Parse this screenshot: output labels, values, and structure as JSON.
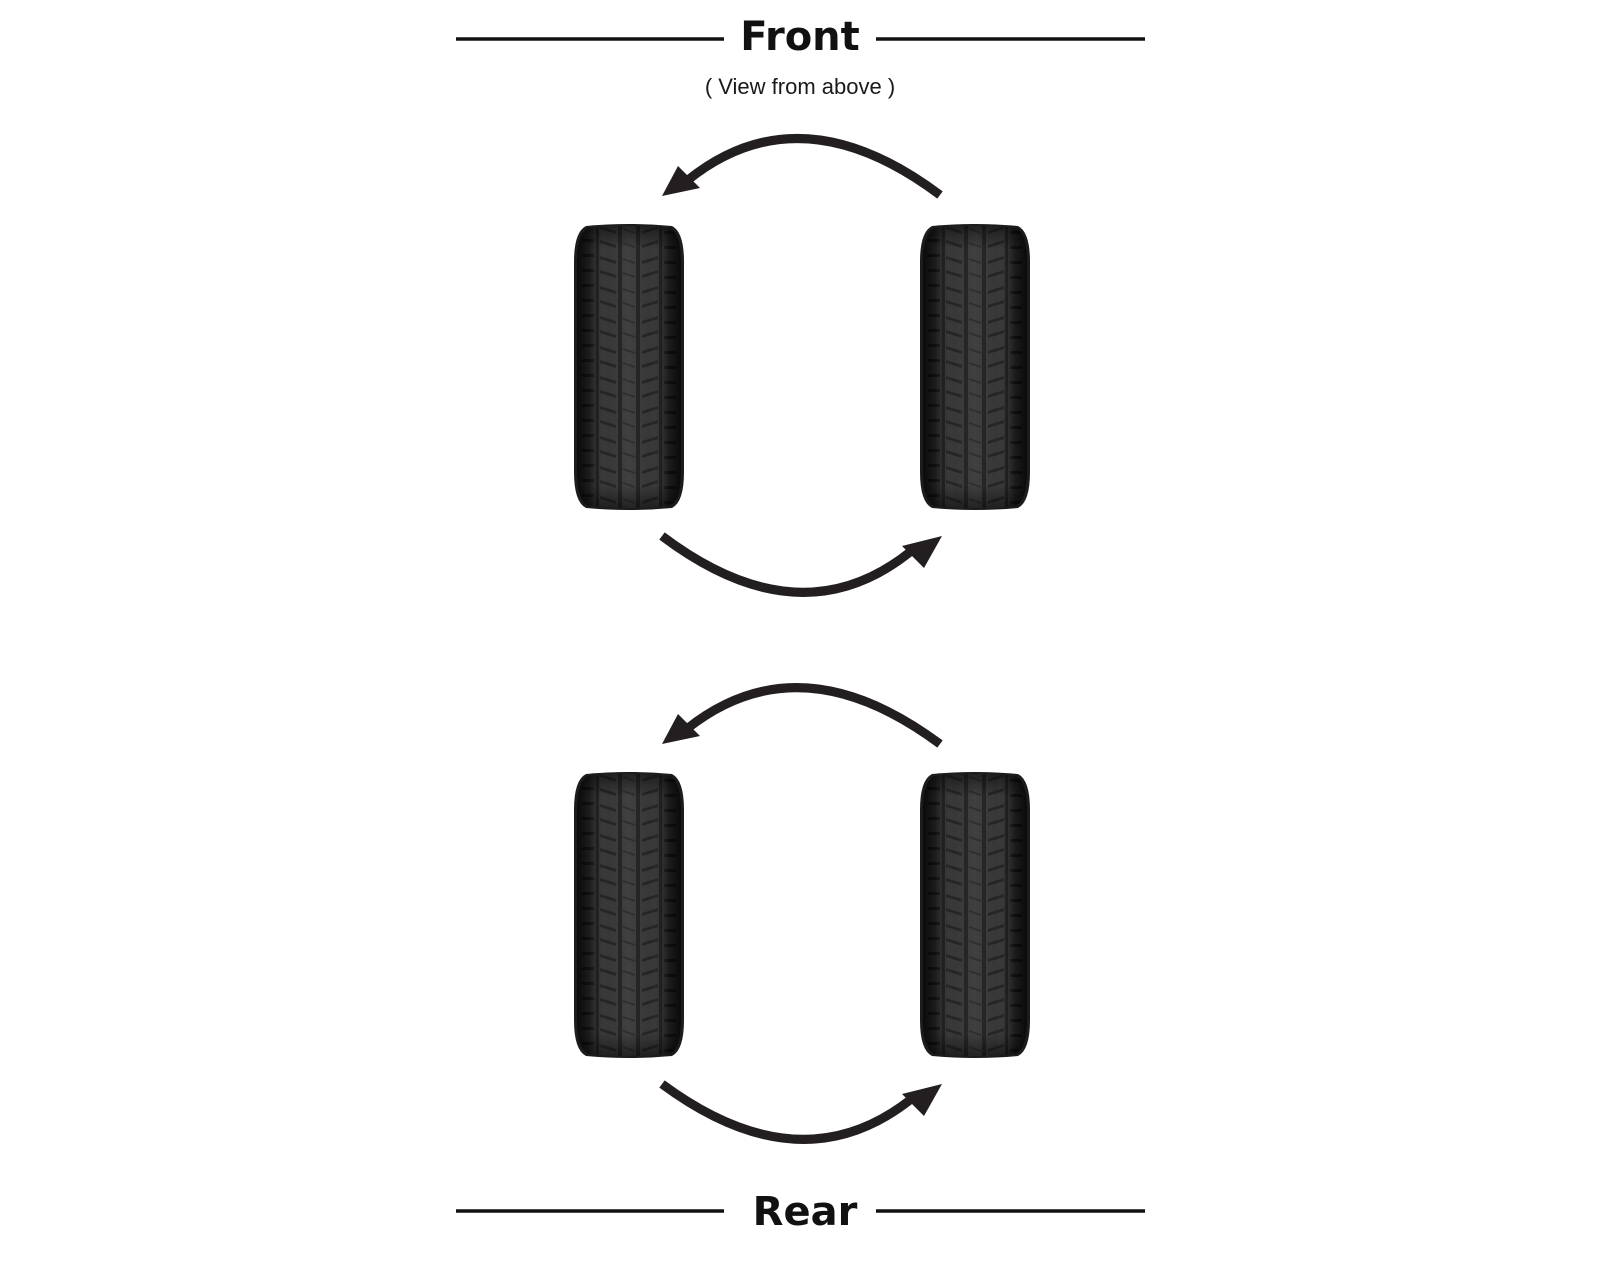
{
  "front_label": "Front",
  "subtitle": "( View from above )",
  "rear_label": "Rear",
  "colors": {
    "background": "#ffffff",
    "text": "#111111",
    "arrow": "#231f20",
    "tire_dark": "#1c1c1c",
    "tire_tread": "#3a3a3a"
  },
  "tires": [
    {
      "position": "front-left",
      "icon": "tire-icon"
    },
    {
      "position": "front-right",
      "icon": "tire-icon"
    },
    {
      "position": "rear-left",
      "icon": "tire-icon"
    },
    {
      "position": "rear-right",
      "icon": "tire-icon"
    }
  ],
  "rotation_arrows": [
    {
      "axle": "front",
      "from": "front-right",
      "to": "front-left"
    },
    {
      "axle": "front",
      "from": "front-left",
      "to": "front-right"
    },
    {
      "axle": "rear",
      "from": "rear-right",
      "to": "rear-left"
    },
    {
      "axle": "rear",
      "from": "rear-left",
      "to": "rear-right"
    }
  ]
}
